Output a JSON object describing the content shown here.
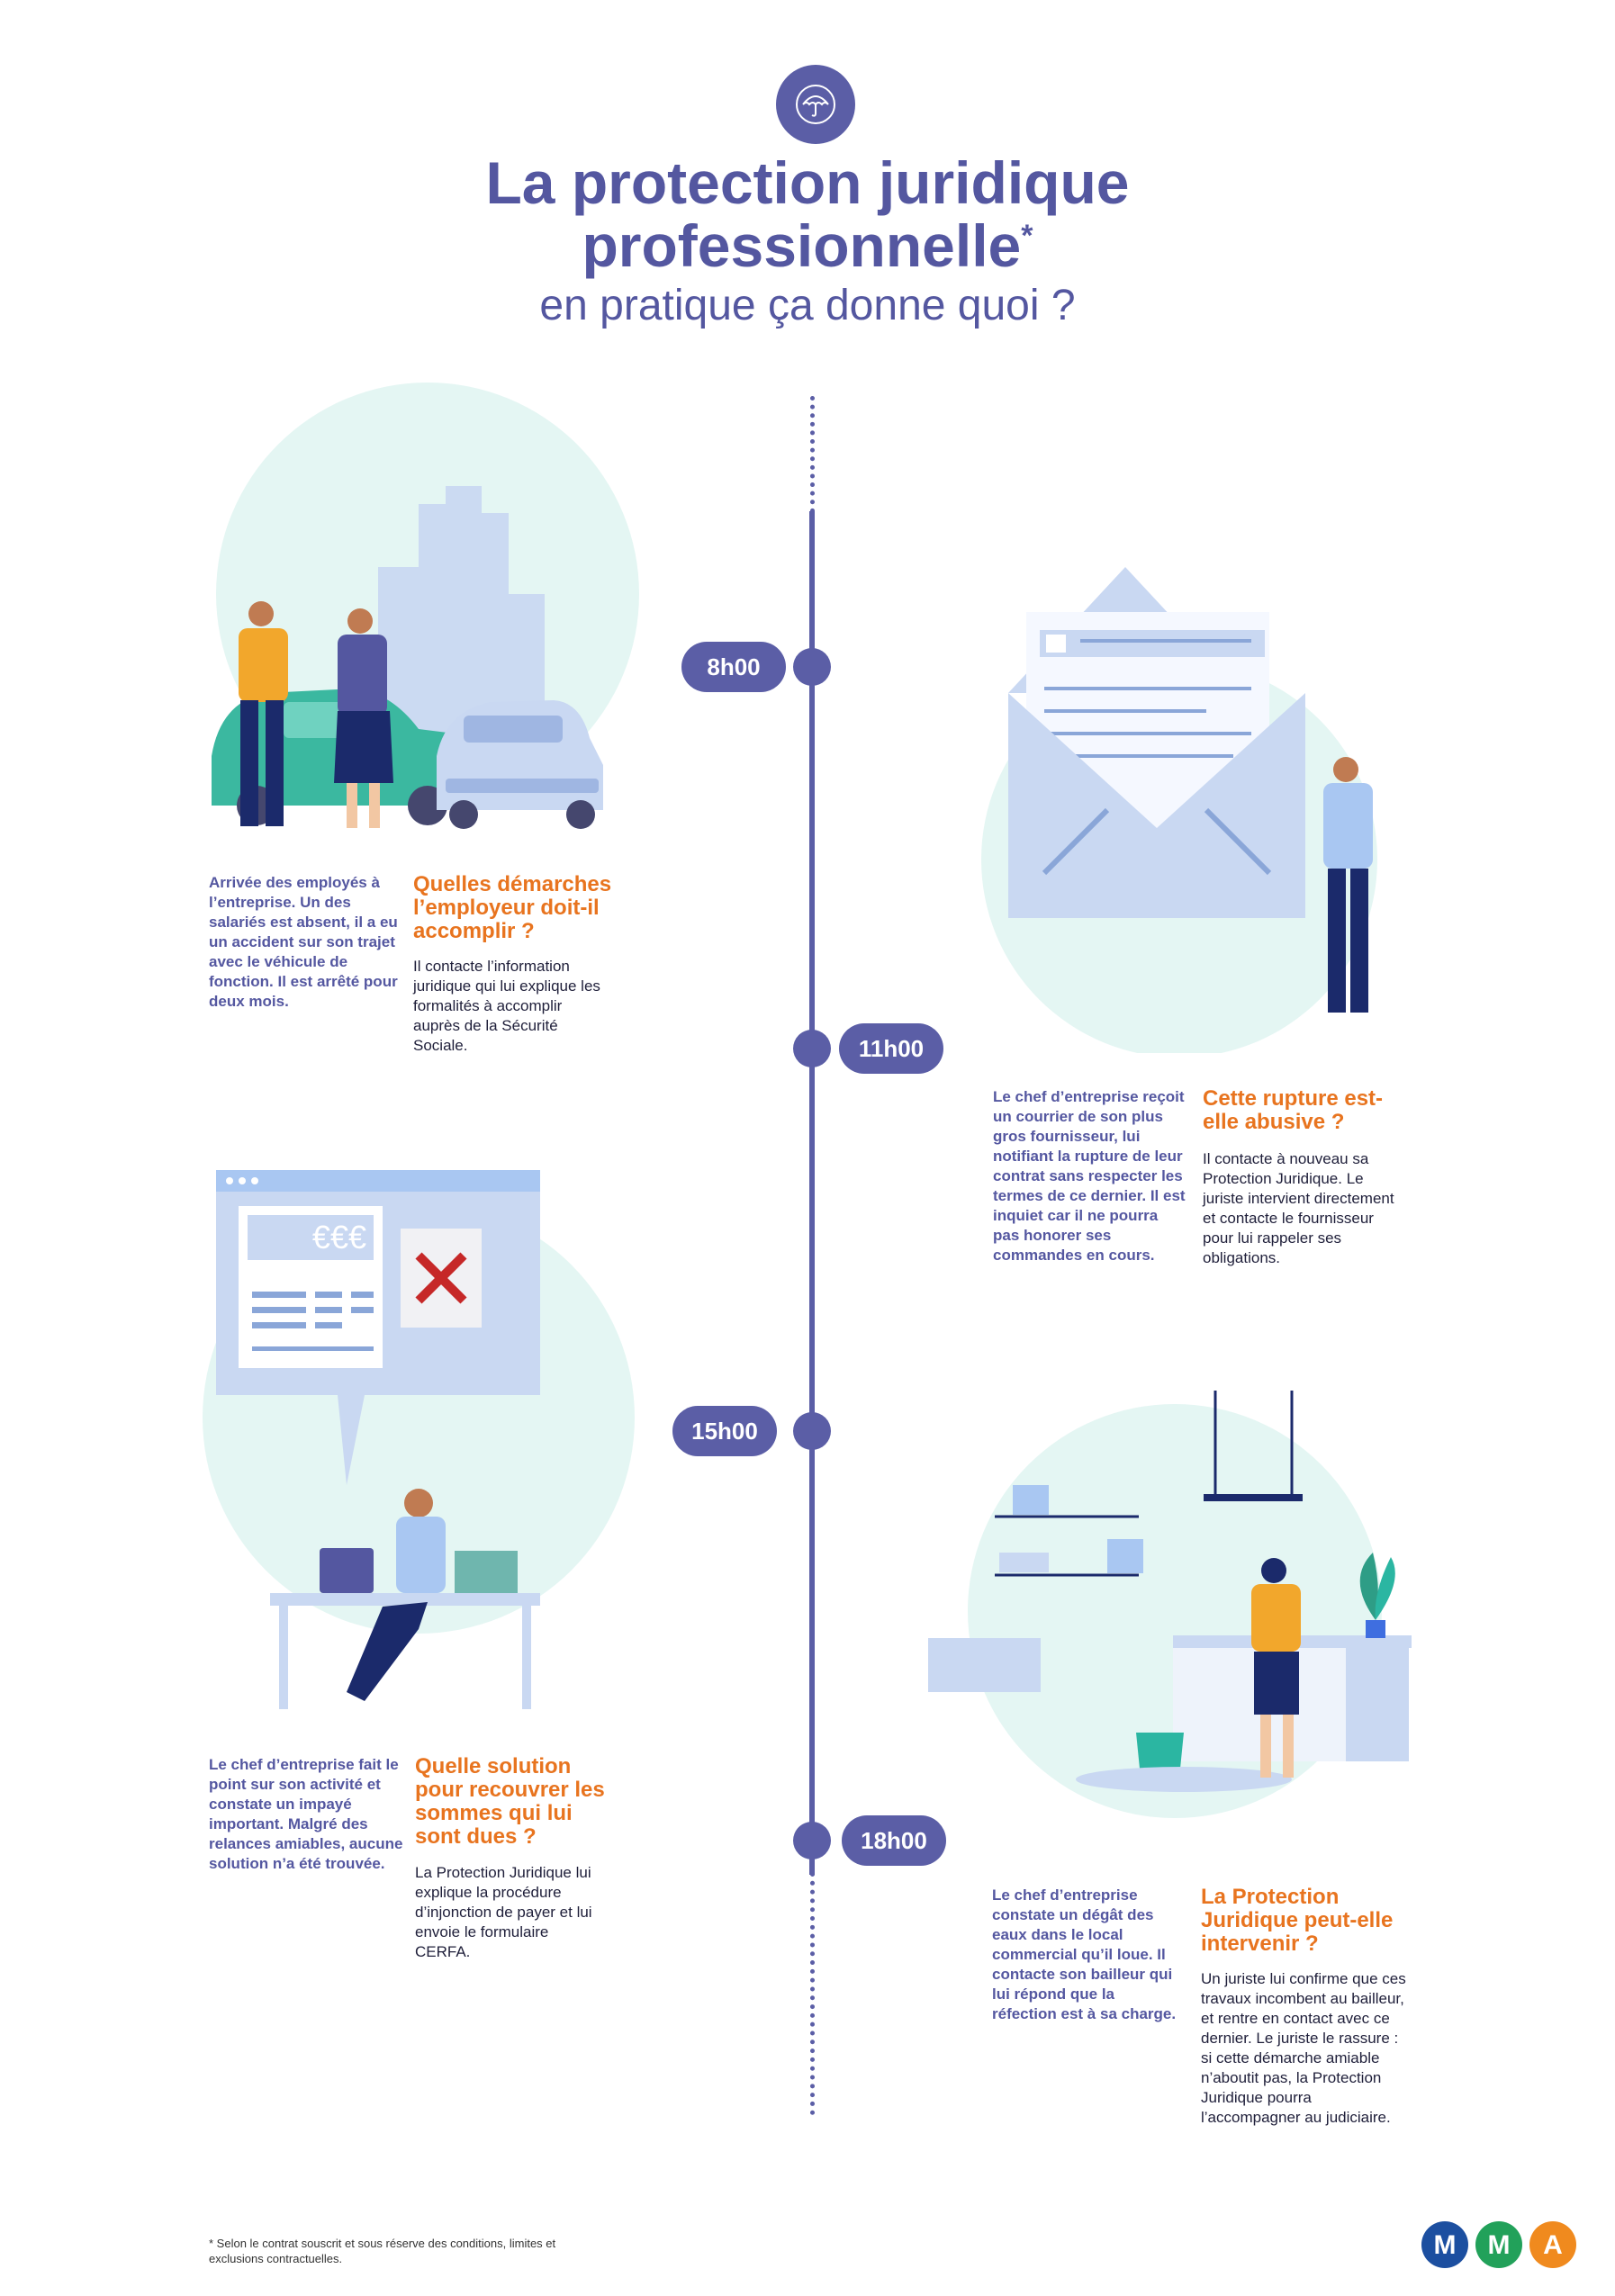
{
  "header": {
    "title_line1": "La protection juridique",
    "title_line2": "professionnelle",
    "title_mark": "*",
    "subtitle": "en pratique ça donne quoi ?"
  },
  "steps": [
    {
      "time": "8h00",
      "description": "Arrivée des employés à l’entreprise. Un des salariés est absent, il a eu un accident sur son trajet avec le véhicule de fonction. Il est arrêté pour deux mois.",
      "question": "Quelles démarches l’employeur doit-il accomplir ?",
      "answer": "Il contacte l’information juridique qui lui explique les formalités à accomplir auprès de la Sécurité Sociale."
    },
    {
      "time": "11h00",
      "description": "Le chef d’entreprise reçoit un courrier de son plus gros fournisseur, lui notifiant la rupture de leur contrat sans respecter les termes de ce dernier. Il est inquiet car il ne pourra pas honorer ses commandes en cours.",
      "question": "Cette rupture est-elle abusive ?",
      "answer": "Il contacte à nouveau sa Protection Juridique. Le juriste intervient directement et contacte le fournisseur pour lui rappeler ses obligations."
    },
    {
      "time": "15h00",
      "description": "Le chef d’entreprise fait le point sur son activité et constate un impayé important. Malgré des relances amiables, aucune solution n’a été trouvée.",
      "question": "Quelle solution pour recouvrer les sommes qui lui sont dues ?",
      "answer": "La Protection Juridique lui explique la procédure d’injonction de payer et lui envoie le formulaire CERFA."
    },
    {
      "time": "18h00",
      "description": "Le chef d’entreprise constate un dégât des eaux dans le local commercial qu’il loue. Il contacte son bailleur qui lui répond que la réfection est à sa charge.",
      "question": "La Protection Juridique peut-elle intervenir ?",
      "answer": "Un juriste lui confirme que ces travaux incombent au bailleur, et rentre en contact avec ce dernier. Le juriste le rassure : si cette démarche amiable n’aboutit pas, la Protection Juridique pourra l’accompagner au judiciaire."
    }
  ],
  "invoice_label": "€€€",
  "footnote": "* Selon le contrat souscrit et sous réserve des conditions, limites et exclusions contractuelles.",
  "brand": {
    "letters": [
      "M",
      "M",
      "A"
    ]
  },
  "colors": {
    "primary": "#5b5ea6",
    "accent": "#e8741f",
    "mint": "#e4f6f3",
    "illustration_blue": "#c9d8f2"
  },
  "icons": [
    "umbrella-icon",
    "close-icon"
  ]
}
